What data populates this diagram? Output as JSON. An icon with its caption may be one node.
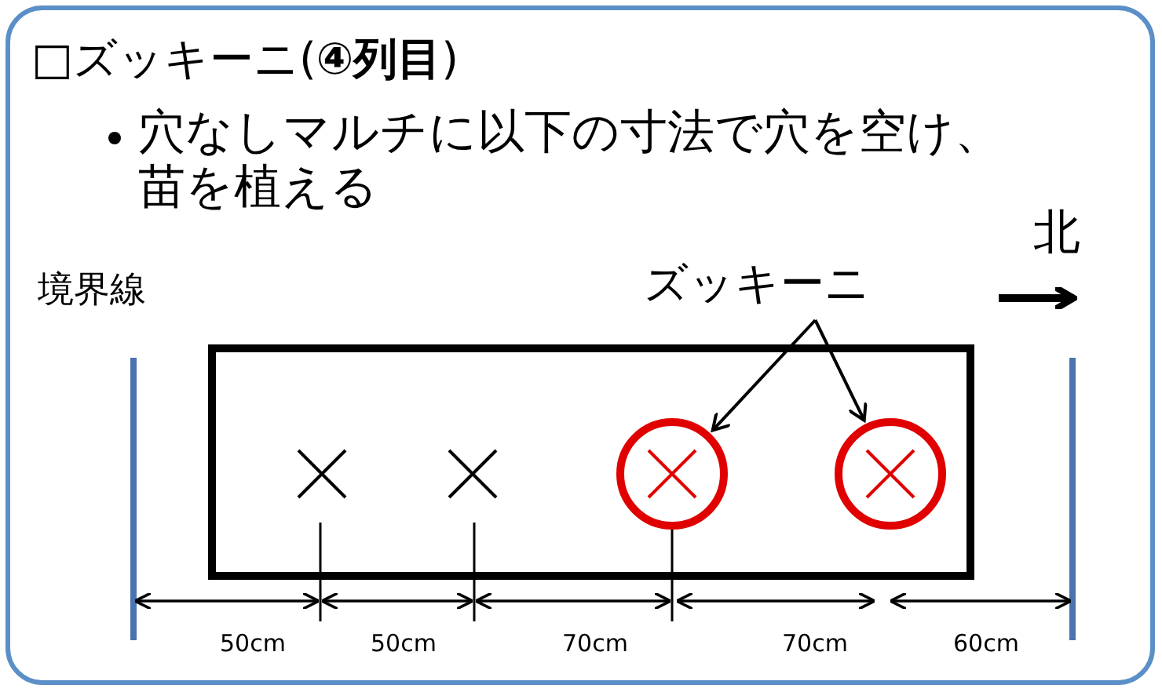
{
  "diagram": {
    "title": "□ズッキーニ(**④列目**)",
    "nodes": [
      {
        "text": [
          "ズッキーニ"
        ]
      },
      {
        "text": [],
        "shape": "circle"
      },
      {
        "text": [],
        "shape": "circle"
      }
    ],
    "edges": [
      {
        "from": 0,
        "to": 1,
        "arrow": "to"
      },
      {
        "from": 0,
        "to": 2,
        "arrow": "to"
      }
    ],
    "labels": [
      "穴なしマルチに以下の寸法で穴を空け、苗を植える",
      "北",
      "境界線",
      "50cm",
      "50cm",
      "70cm",
      "70cm",
      "60cm"
    ]
  }
}
